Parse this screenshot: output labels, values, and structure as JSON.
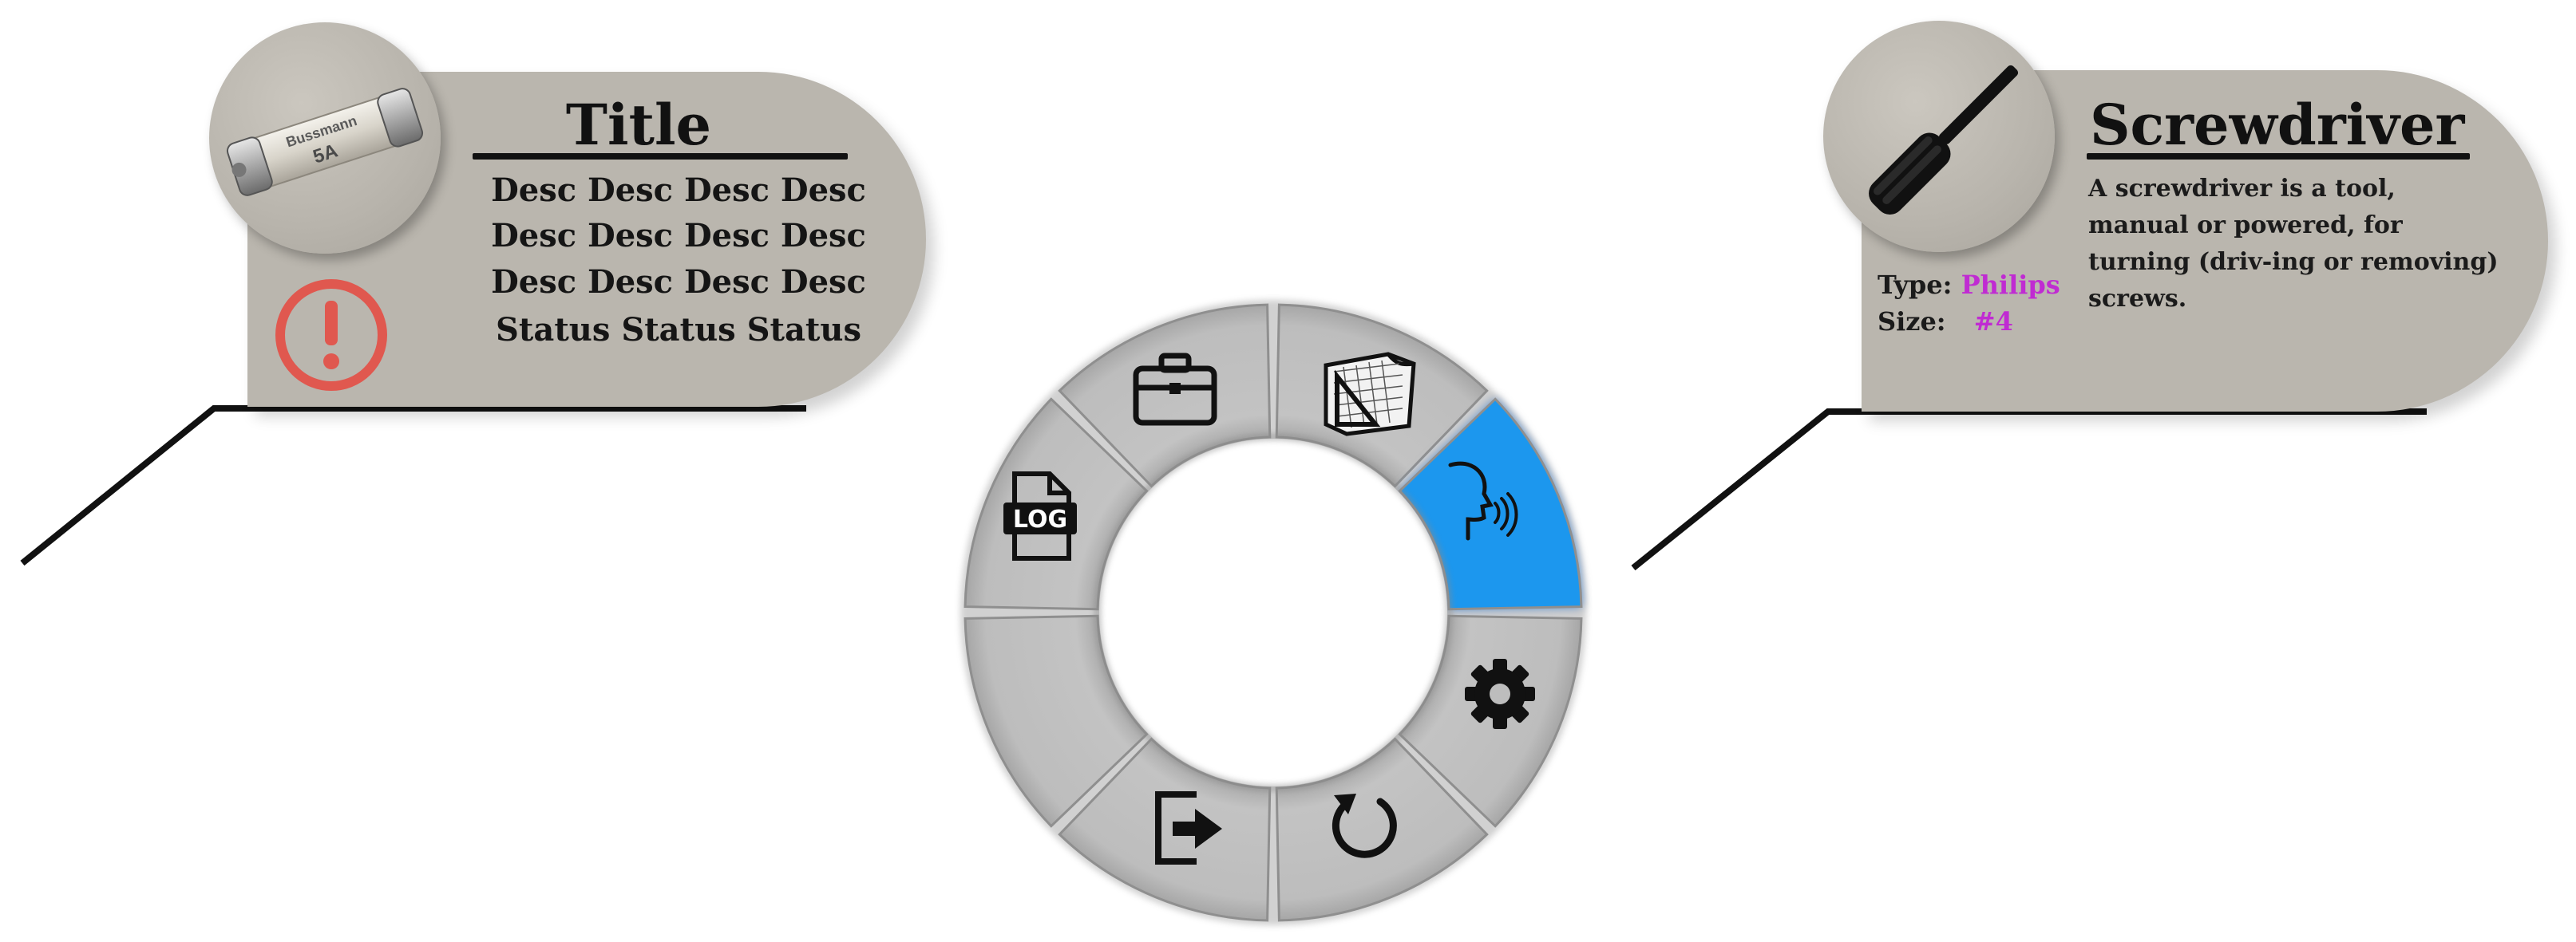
{
  "left_callout": {
    "title": "Title",
    "desc_lines": [
      "Desc Desc Desc Desc",
      "Desc Desc Desc Desc",
      "Desc Desc Desc Desc"
    ],
    "status": "Status Status Status",
    "image_icon": "fuse-icon",
    "image_label_brand": "Bussmann",
    "image_label_rating": "5A",
    "alert_icon": "alert-circle-icon",
    "alert_color": "#e0584f"
  },
  "right_callout": {
    "title": "Screwdriver",
    "image_icon": "screwdriver-icon",
    "description": "A screwdriver is a tool, manual or powered, for turning (driv-ing or removing) screws.",
    "type_label": "Type:",
    "type_value": "Philips",
    "size_label": "Size:",
    "size_value": "#4",
    "value_color": "#c02bd2"
  },
  "radial_menu": {
    "items": [
      {
        "name": "toolbox",
        "icon": "toolbox-icon",
        "active": false
      },
      {
        "name": "blueprint",
        "icon": "blueprint-icon",
        "active": false
      },
      {
        "name": "voice",
        "icon": "voice-command-icon",
        "active": true
      },
      {
        "name": "settings",
        "icon": "gear-icon",
        "active": false
      },
      {
        "name": "reset",
        "icon": "refresh-icon",
        "active": false
      },
      {
        "name": "exit",
        "icon": "exit-icon",
        "active": false
      },
      {
        "name": "empty",
        "icon": "",
        "active": false
      },
      {
        "name": "log",
        "icon": "log-file-icon",
        "label": "LOG",
        "active": false
      }
    ],
    "active_color": "#1a97ee",
    "segment_color": "#bdbdbd"
  }
}
